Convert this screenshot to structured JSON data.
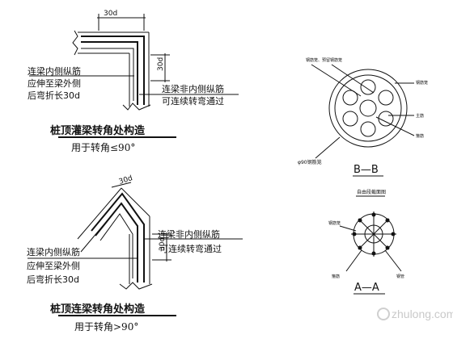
{
  "detail_top": {
    "dim_top": "30d",
    "dim_side": "30d",
    "inner_label_1": "连梁内侧纵筋",
    "inner_label_2": "应伸至梁外侧",
    "inner_label_3": "后弯折长30d",
    "outer_label_1": "连梁非内侧纵筋",
    "outer_label_2": "可连续转弯通过",
    "title": "桩顶灌梁转角处构造",
    "subtitle": "用于转角≤90°"
  },
  "detail_bottom": {
    "dim_top": "30d",
    "dim_side": "30d",
    "inner_label_1": "连梁内侧纵筋",
    "inner_label_2": "应伸至梁外侧",
    "inner_label_3": "后弯折长30d",
    "outer_label_1": "连梁非内侧纵筋",
    "outer_label_2": "可连续转弯通过",
    "title": "桩顶连梁转角处构造",
    "subtitle": "用于转角>90°"
  },
  "section_bb": {
    "label_tl": "钢筋笼、预留钢筋笼",
    "label_r1": "钢筋笼",
    "label_r2": "主筋",
    "label_r3": "箍筋",
    "label_bl": "φ90钢筋笼",
    "title": "B—B"
  },
  "section_aa": {
    "caption": "自由段截面图",
    "label_l": "钢筋笼",
    "label_bl": "箍筋",
    "label_br": "钢管",
    "title": "A—A"
  },
  "watermark": "zhulong.com"
}
